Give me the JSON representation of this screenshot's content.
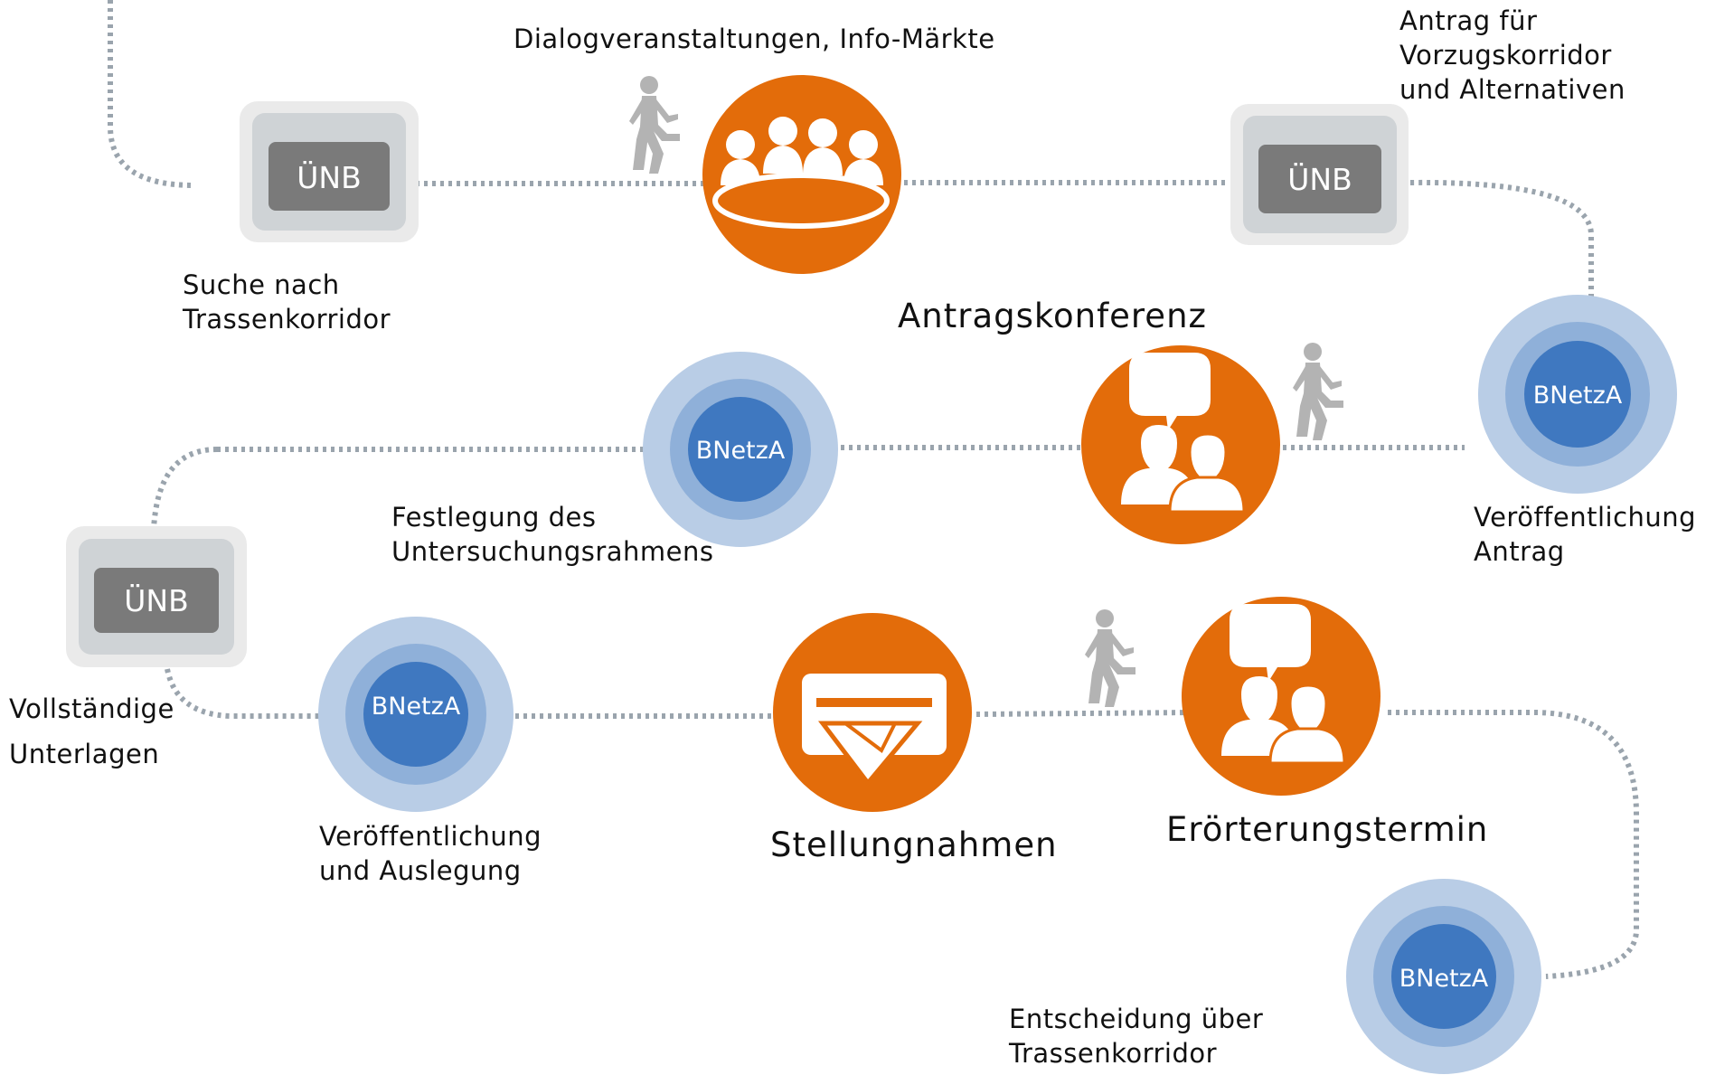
{
  "colors": {
    "orange": "#e36c0a",
    "blue_dark": "#3f78c0",
    "blue_mid": "#8fb0d9",
    "blue_light": "#b9cde6",
    "gray_box": "#7a7a7a",
    "gray_path": "#9aa4ad",
    "gray_person": "#b3b3b3"
  },
  "nodes": {
    "uenb_1": "ÜNB",
    "uenb_2": "ÜNB",
    "uenb_3": "ÜNB",
    "bnetza_1": "BNetzA",
    "bnetza_2": "BNetzA",
    "bnetza_3": "BNetzA",
    "bnetza_4": "BNetzA"
  },
  "icons": {
    "dialog": "meeting-table-icon",
    "antragskonferenz": "discussion-icon",
    "stellungnahmen": "letter-envelope-icon",
    "eroerterung": "discussion-icon",
    "walker": "walking-person-icon"
  },
  "labels": {
    "dialog": "Dialogveranstaltungen, Info-Märkte",
    "antrag_l1": "Antrag für",
    "antrag_l2": "Vorzugskorridor",
    "antrag_l3": "und Alternativen",
    "suche_l1": "Suche nach",
    "suche_l2": "Trassenkorridor",
    "antragskonferenz": "Antragskonferenz",
    "festlegung_l1": "Festlegung des",
    "festlegung_l2": "Untersuchungsrahmens",
    "veroeff_antrag_l1": "Veröffentlichung",
    "veroeff_antrag_l2": "Antrag",
    "vollstaendig_l1": "Vollständige",
    "vollstaendig_l2": "Unterlagen",
    "veroeff_ausl_l1": "Veröffentlichung",
    "veroeff_ausl_l2": "und Auslegung",
    "stellungnahmen": "Stellungnahmen",
    "eroerterung": "Erörterungstermin",
    "entscheidung_l1": "Entscheidung über",
    "entscheidung_l2": "Trassenkorridor"
  }
}
